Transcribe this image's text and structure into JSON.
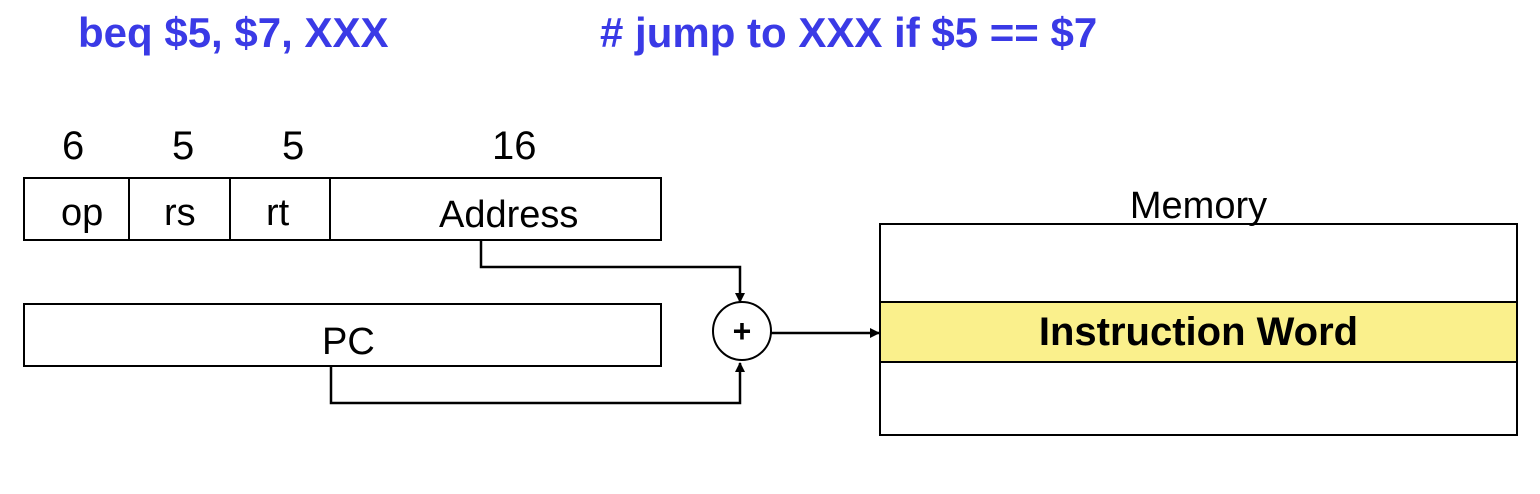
{
  "header": {
    "instruction": "beq $5, $7, XXX",
    "comment": "# jump to XXX if $5 == $7"
  },
  "instruction_format": {
    "fields": [
      {
        "name": "op",
        "bits": "6"
      },
      {
        "name": "rs",
        "bits": "5"
      },
      {
        "name": "rt",
        "bits": "5"
      },
      {
        "name": "Address",
        "bits": "16"
      }
    ]
  },
  "pc": {
    "label": "PC"
  },
  "adder": {
    "symbol": "+"
  },
  "memory": {
    "title": "Memory",
    "highlighted_row": "Instruction Word"
  },
  "colors": {
    "header_text": "#3a3ae6",
    "highlight_fill": "#faf08c",
    "stroke": "#000000"
  }
}
